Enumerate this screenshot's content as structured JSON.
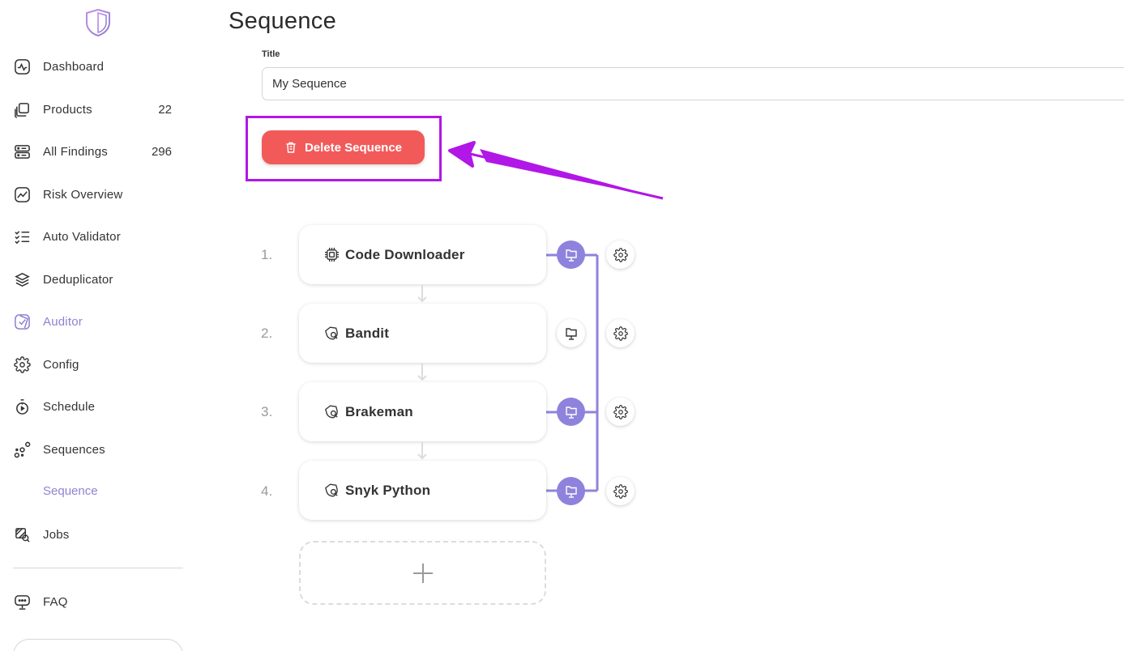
{
  "sidebar": {
    "items": [
      {
        "label": "Dashboard",
        "count": "",
        "icon": "pulse-icon"
      },
      {
        "label": "Products",
        "count": "22",
        "icon": "cube-stack-icon"
      },
      {
        "label": "All Findings",
        "count": "296",
        "icon": "server-icon"
      },
      {
        "label": "Risk Overview",
        "count": "",
        "icon": "trend-chart-icon"
      },
      {
        "label": "Auto Validator",
        "count": "",
        "icon": "checklist-icon"
      },
      {
        "label": "Deduplicator",
        "count": "",
        "icon": "layers-icon"
      },
      {
        "label": "Auditor",
        "count": "",
        "icon": "shield-check-icon"
      },
      {
        "label": "Config",
        "count": "",
        "icon": "gear-icon"
      },
      {
        "label": "Schedule",
        "count": "",
        "icon": "stopwatch-icon"
      },
      {
        "label": "Sequences",
        "count": "",
        "icon": "nodes-icon"
      },
      {
        "label": "Jobs",
        "count": "",
        "icon": "jobs-icon"
      },
      {
        "label": "FAQ",
        "count": "",
        "icon": "chat-monitor-icon"
      }
    ],
    "sub_item": "Sequence",
    "active_item": "Auditor",
    "accent_color": "#8f82d1"
  },
  "main": {
    "page_title": "Sequence",
    "title_field": {
      "label": "Title",
      "value": "My Sequence"
    },
    "delete_button": {
      "label": "Delete Sequence",
      "color": "#f25a5a"
    },
    "highlight_color": "#b117e6",
    "steps": [
      {
        "number": "1.",
        "name": "Code Downloader",
        "icon": "chip-icon",
        "output_enabled": true
      },
      {
        "number": "2.",
        "name": "Bandit",
        "icon": "scan-icon",
        "output_enabled": false
      },
      {
        "number": "3.",
        "name": "Brakeman",
        "icon": "scan-icon",
        "output_enabled": true
      },
      {
        "number": "4.",
        "name": "Snyk Python",
        "icon": "scan-icon",
        "output_enabled": true
      }
    ],
    "connector_color": "#8e83dc"
  }
}
